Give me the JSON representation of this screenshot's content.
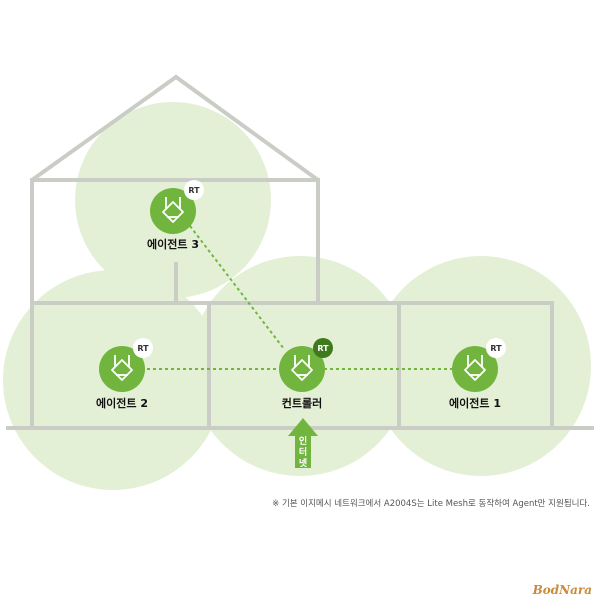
{
  "nodes": {
    "agent3": {
      "label": "에이전트 3",
      "badge": "RT"
    },
    "agent2": {
      "label": "에이전트 2",
      "badge": "RT"
    },
    "controller": {
      "label": "컨트롤러",
      "badge": "RT"
    },
    "agent1": {
      "label": "에이전트 1",
      "badge": "RT"
    }
  },
  "internet": {
    "chars": [
      "인",
      "터",
      "넷"
    ]
  },
  "footnote": "※ 기본 이지메시 네트워크에서 A2004S는 Lite Mesh로 동작하여 Agent만 지원됩니다.",
  "logo": "BodNara",
  "colors": {
    "coverage": "#e4f0d6",
    "node": "#72b53e",
    "controller_badge": "#3e7a1c",
    "link": "#72b53e",
    "house": "#c9cdc6"
  },
  "icons": {
    "router": "router-icon"
  }
}
